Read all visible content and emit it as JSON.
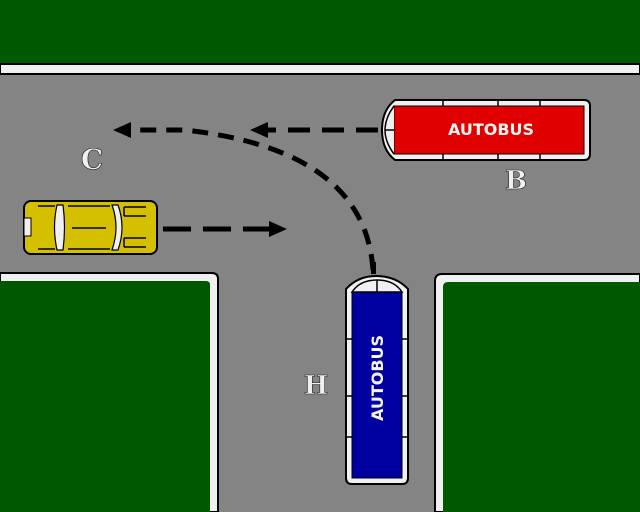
{
  "colors": {
    "grass": "#005800",
    "road": "#848484",
    "curb": "#f0f0f0",
    "outline": "#000000",
    "bus_red": "#e00000",
    "bus_blue": "#0000a0",
    "car_yellow": "#d4c000",
    "window": "#f0f0f0",
    "arrow": "#000000"
  },
  "vehicles": {
    "bus_b": {
      "text": "AUTOBUS",
      "label": "B",
      "direction": "left"
    },
    "bus_h": {
      "text": "AUTOBUS",
      "label": "H",
      "direction": "up-then-left"
    },
    "car": {
      "direction": "right"
    }
  },
  "labels": {
    "c": "C"
  }
}
